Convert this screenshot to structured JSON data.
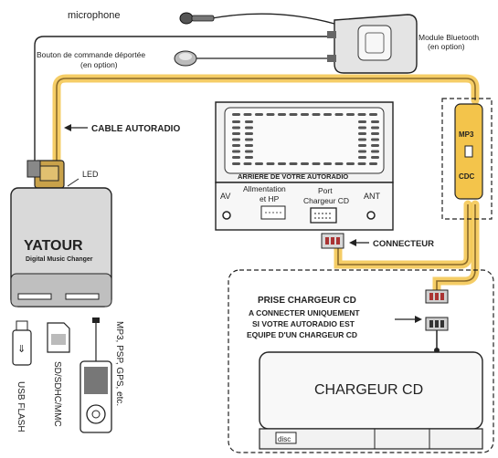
{
  "labels": {
    "microphone": "microphone",
    "remote_line1": "Bouton de commande déportée",
    "remote_line2": "(en option)",
    "bt_line1": "Module Bluetooth",
    "bt_line2": "(en option)",
    "cable_autoradio": "CABLE AUTORADIO",
    "radio_back": "ARRIÈRE DE VOTRE AUTORADIO",
    "av": "AV",
    "alim_line1": "Allmentation",
    "alim_line2": "et HP",
    "port_line1": "Port",
    "port_line2": "Chargeur CD",
    "ant": "ANT",
    "led": "LED",
    "connecteur": "CONNECTEUR",
    "mp3": "MP3",
    "cdc": "CDC",
    "brand": "YATOUR",
    "brand_sub": "Digital Music Changer",
    "prise_line1": "PRISE CHARGEUR CD",
    "prise_line2": "A CONNECTER UNIQUEMENT",
    "prise_line3": "SI VOTRE AUTORADIO EST",
    "prise_line4": "EQUIPE D'UN CHARGEUR CD",
    "changer": "CHARGEUR CD",
    "usb": "USB FLASH",
    "sd": "SD/SDHC/MMC",
    "devices": "MP3, PSP, GPS, etc."
  },
  "colors": {
    "cable_highlight": "#f3c44b",
    "cable_core": "#8a6a2a",
    "outline": "#222222",
    "device_fill": "#d9d9d9"
  }
}
